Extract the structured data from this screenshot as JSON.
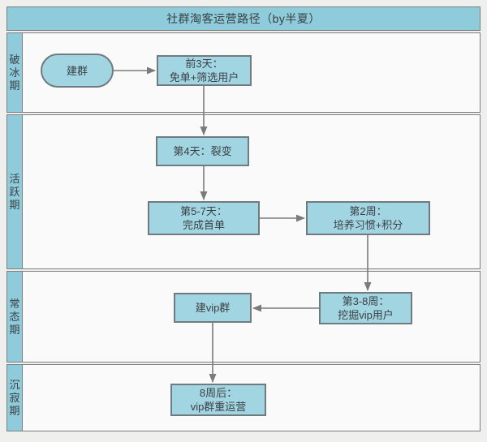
{
  "title": "社群淘客运营路径（by半夏）",
  "lanes": [
    {
      "id": "icebreaking",
      "label": "破冰期"
    },
    {
      "id": "active",
      "label": "活跃期"
    },
    {
      "id": "normal",
      "label": "常态期"
    },
    {
      "id": "silent",
      "label": "沉寂期"
    }
  ],
  "nodes": {
    "create_group": {
      "shape": "rounded",
      "lane": "破冰期",
      "lines": [
        "建群"
      ]
    },
    "first_3_days": {
      "shape": "rect",
      "lane": "破冰期",
      "lines": [
        "前3天：",
        "免单+筛选用户"
      ]
    },
    "day_4": {
      "shape": "rect",
      "lane": "活跃期",
      "lines": [
        "第4天：裂变"
      ]
    },
    "day_5_7": {
      "shape": "rect",
      "lane": "活跃期",
      "lines": [
        "第5-7天：",
        "完成首单"
      ]
    },
    "week_2": {
      "shape": "rect",
      "lane": "活跃期",
      "lines": [
        "第2周：",
        "培养习惯+积分"
      ]
    },
    "week_3_8": {
      "shape": "rect",
      "lane": "常态期",
      "lines": [
        "第3-8周：",
        "挖掘vip用户"
      ]
    },
    "create_vip": {
      "shape": "rect",
      "lane": "常态期",
      "lines": [
        "建vip群"
      ]
    },
    "after_8_weeks": {
      "shape": "rect",
      "lane": "沉寂期",
      "lines": [
        "8周后：",
        "vip群重运营"
      ]
    }
  },
  "edges": [
    {
      "from": "建群",
      "to": "前3天：免单+筛选用户",
      "direction": "right"
    },
    {
      "from": "前3天：免单+筛选用户",
      "to": "第4天：裂变",
      "direction": "down"
    },
    {
      "from": "第4天：裂变",
      "to": "第5-7天：完成首单",
      "direction": "down"
    },
    {
      "from": "第5-7天：完成首单",
      "to": "第2周：培养习惯+积分",
      "direction": "right"
    },
    {
      "from": "第2周：培养习惯+积分",
      "to": "第3-8周：挖掘vip用户",
      "direction": "down"
    },
    {
      "from": "第3-8周：挖掘vip用户",
      "to": "建vip群",
      "direction": "left"
    },
    {
      "from": "建vip群",
      "to": "8周后：vip群重运营",
      "direction": "down"
    }
  ],
  "colors": {
    "page_bg": "#efefee",
    "teal": "#8ecbdb",
    "node_fill": "#a2d5e2",
    "lane_body_bg": "#fafafa",
    "cell_border": "#7e7e7e",
    "arrow": "#7b7b7b",
    "text": "#3b4044"
  }
}
